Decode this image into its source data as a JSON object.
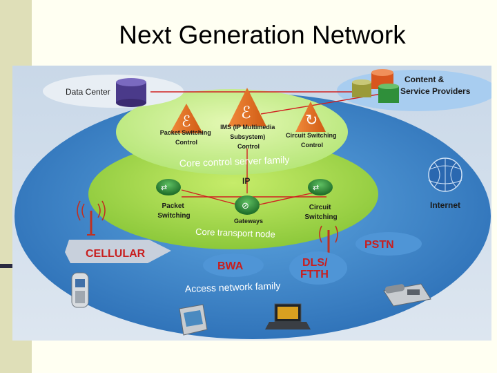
{
  "slide": {
    "title": "Next Generation Network"
  },
  "diagram": {
    "data_center": "Data Center",
    "content_providers": [
      "Content &",
      "Service Providers"
    ],
    "packet_switching_control": [
      "Packet Switching",
      "Control"
    ],
    "ims": [
      "IMS (IP Multimedia",
      "Subsystem)",
      "Control"
    ],
    "circuit_switching_control": [
      "Circuit Switching",
      "Control"
    ],
    "core_control_label": "Core control server family",
    "ip_label": "IP",
    "internet": "Internet",
    "packet_switching": [
      "Packet",
      "Switching"
    ],
    "gateways": "Gateways",
    "circuit_switching": [
      "Circuit",
      "Switching"
    ],
    "core_transport_label": "Core transport node",
    "cellular": "CELLULAR",
    "pstn": "PSTN",
    "bwa": "BWA",
    "dls": [
      "DLS/",
      "FTTH"
    ],
    "access_label": "Access network family"
  },
  "colors": {
    "outer_ellipse": "#3b82c8",
    "core_ellipse": "#a8dd44",
    "control_ellipse": "#c8f08c",
    "label_red": "#c81e1e",
    "router_green": "#2f8f3a"
  },
  "icons": [
    "database-icon",
    "control-server-icon",
    "router-icon",
    "gateway-icon",
    "globe-icon",
    "antenna-icon",
    "mobile-phone-icon",
    "pda-icon",
    "laptop-icon",
    "desk-phone-icon"
  ]
}
